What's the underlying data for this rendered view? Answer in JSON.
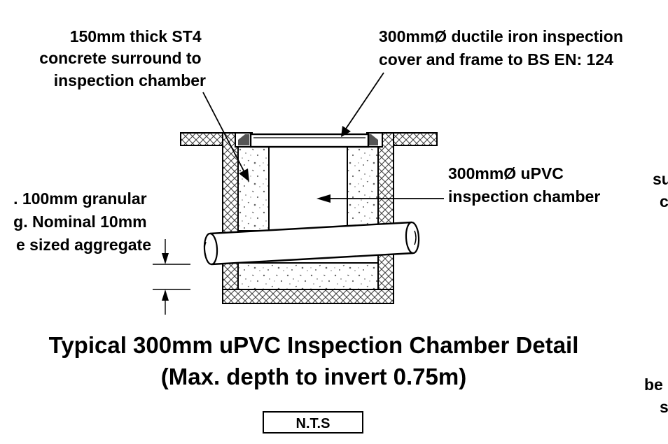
{
  "labels": {
    "concrete_surround": [
      "150mm thick ST4",
      "concrete surround to",
      "inspection chamber"
    ],
    "cover": [
      "300mmØ ductile iron inspection",
      "cover and frame to BS EN: 124"
    ],
    "chamber": [
      "300mmØ uPVC",
      "inspection chamber"
    ],
    "bedding": [
      ". 100mm granular",
      "g. Nominal 10mm",
      "e sized aggregate"
    ],
    "right_edge_fragments": [
      "su",
      "c",
      "be",
      "s"
    ]
  },
  "title": {
    "line1": "Typical 300mm uPVC Inspection Chamber Detail",
    "line2": "(Max. depth to invert 0.75m)"
  },
  "scale_note": "N.T.S"
}
